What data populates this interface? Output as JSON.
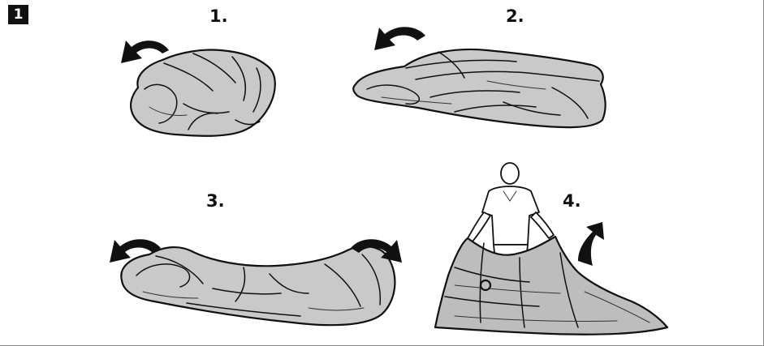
{
  "figure": {
    "number": "1"
  },
  "steps": [
    {
      "label": "1.",
      "icon": "rotate-arrow-icon"
    },
    {
      "label": "2.",
      "icon": "rotate-arrow-icon"
    },
    {
      "label": "3.",
      "icon": "rotate-arrow-icon"
    },
    {
      "label": "4.",
      "icon": "lift-arrow-icon"
    }
  ]
}
